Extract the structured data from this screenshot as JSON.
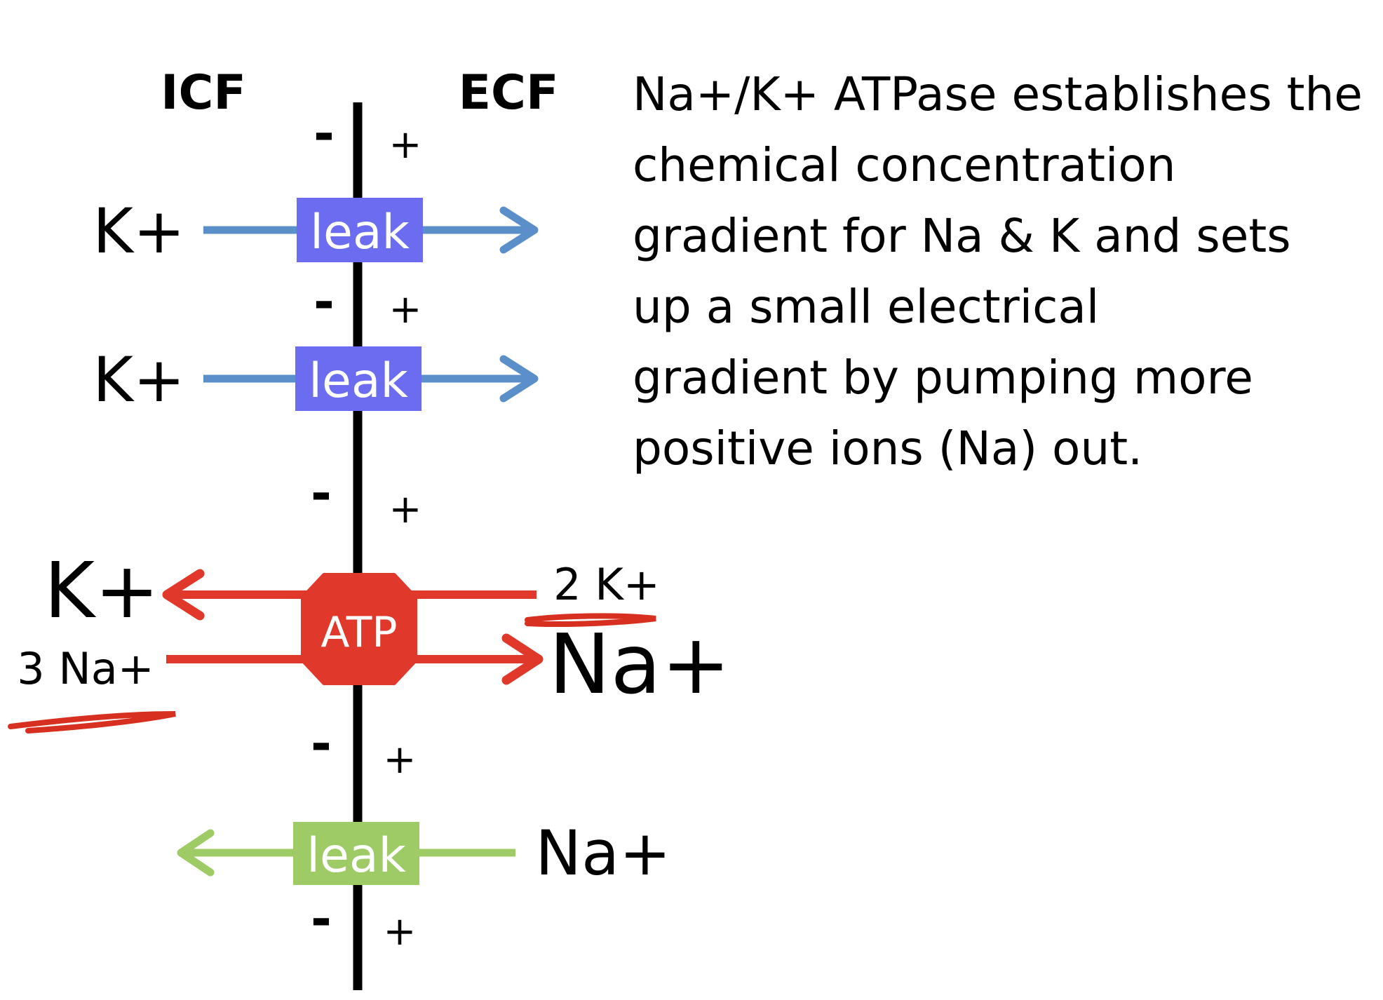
{
  "sides": {
    "left": "ICF",
    "right": "ECF"
  },
  "charges": {
    "neg": "-",
    "pos": "+"
  },
  "channels": {
    "k_leak_1": {
      "ion": "K+",
      "label": "leak"
    },
    "k_leak_2": {
      "ion": "K+",
      "label": "leak"
    },
    "na_leak": {
      "ion": "Na+",
      "label": "leak"
    }
  },
  "pump": {
    "label": "ATP",
    "k_in_ion": "K+",
    "k_out_count": "2 K+",
    "na_in_count": "3 Na+",
    "na_out_ion": "Na+"
  },
  "description": {
    "lines": [
      "Na+/K+ ATPase establishes the",
      "chemical concentration",
      "gradient for Na & K and sets",
      "up a small electrical",
      "gradient by pumping more",
      "positive ions (Na) out."
    ]
  },
  "colors": {
    "k_leak": "#5b8fc9",
    "leak_box": "#6b6cf0",
    "pump": "#e0382b",
    "na_leak": "#9fcb67",
    "membrane": "#000000",
    "annotation": "#d83020"
  }
}
